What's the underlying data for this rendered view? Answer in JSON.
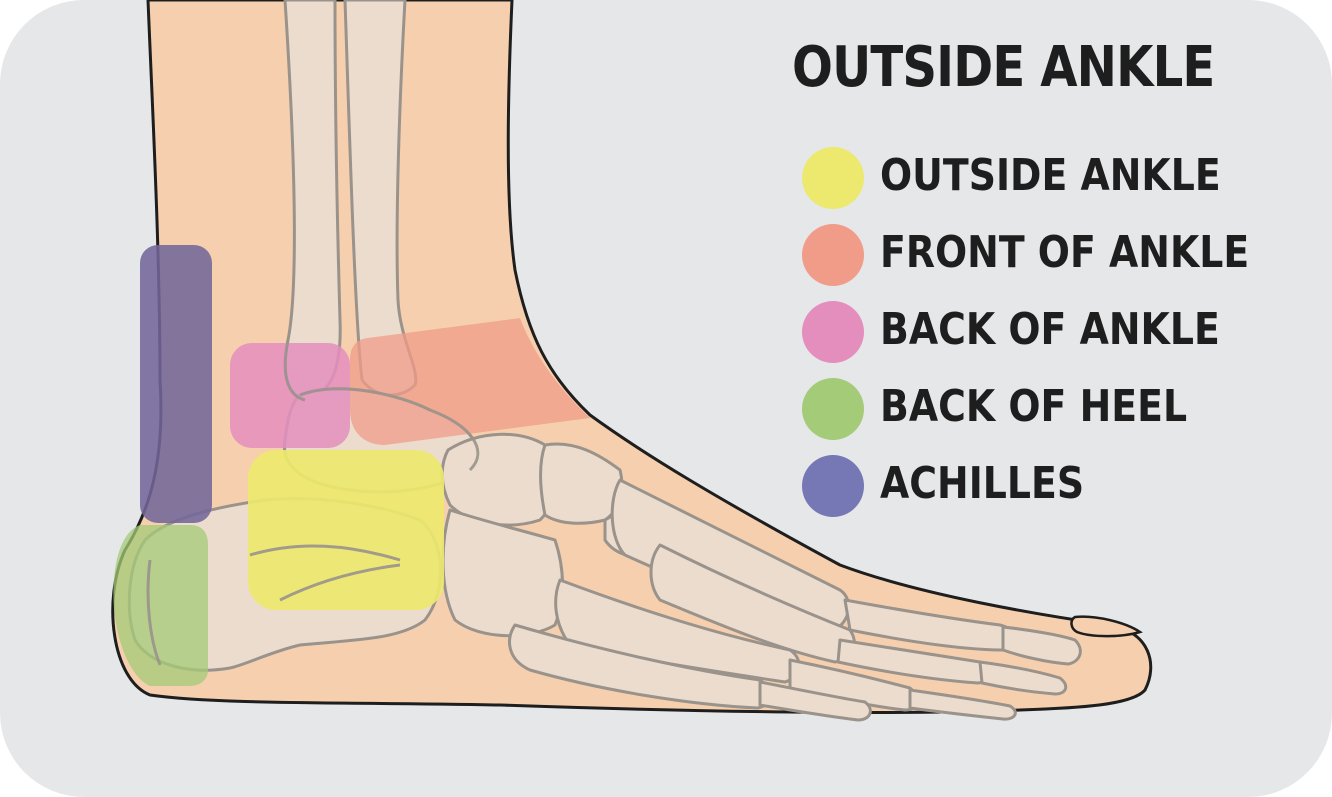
{
  "title": "OUTSIDE ANKLE",
  "legend": [
    {
      "label": "OUTSIDE ANKLE",
      "color": "#ede86e",
      "icon": "circle-swatch"
    },
    {
      "label": "FRONT OF ANKLE",
      "color": "#f09c88",
      "icon": "circle-swatch"
    },
    {
      "label": "BACK OF ANKLE",
      "color": "#e48ebd",
      "icon": "circle-swatch"
    },
    {
      "label": "BACK OF HEEL",
      "color": "#a4cb77",
      "icon": "circle-swatch"
    },
    {
      "label": "ACHILLES",
      "color": "#7678b6",
      "icon": "circle-swatch"
    }
  ],
  "colors": {
    "background": "#e6e7e9",
    "skin": "#f6d0ae",
    "bone": "#ecdccd",
    "outline": "#1e1e1e",
    "bone_outline": "#9a938c"
  }
}
